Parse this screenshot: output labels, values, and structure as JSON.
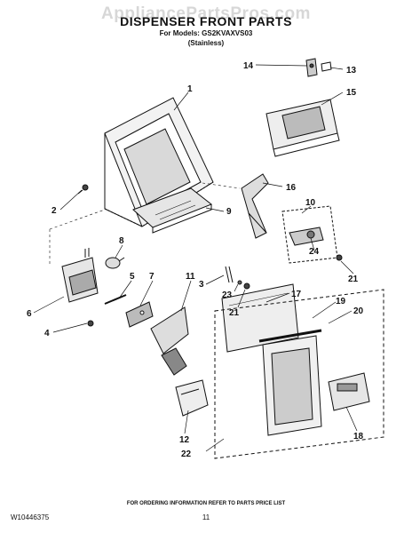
{
  "watermark": "AppliancePartsPros.com",
  "title": "DISPENSER FRONT PARTS",
  "models_line": "For Models: GS2KVAXVS03",
  "finish_line": "(Stainless)",
  "footer_note": "FOR ORDERING INFORMATION REFER TO PARTS PRICE LIST",
  "doc_number": "W10446375",
  "page_number": "11",
  "callouts": {
    "c1": "1",
    "c2": "2",
    "c3": "3",
    "c4": "4",
    "c5": "5",
    "c6": "6",
    "c7": "7",
    "c8": "8",
    "c9": "9",
    "c10": "10",
    "c11": "11",
    "c12": "12",
    "c13": "13",
    "c14": "14",
    "c15": "15",
    "c16": "16",
    "c17": "17",
    "c18": "18",
    "c19": "19",
    "c20": "20",
    "c21a": "21",
    "c21b": "21",
    "c22": "22",
    "c23": "23",
    "c24": "24"
  }
}
